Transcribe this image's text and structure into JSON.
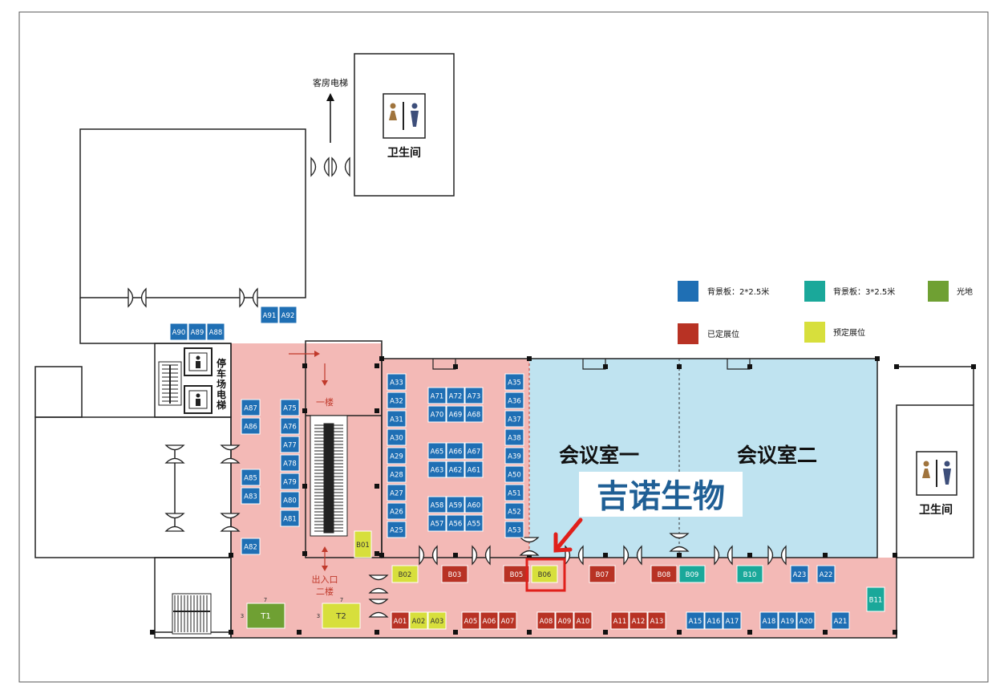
{
  "labels": {
    "guest_elevator": "客房电梯",
    "restroom_top": "卫生间",
    "restroom_right": "卫生间",
    "parking_elevator": "停车场电梯",
    "floor_one": "一楼",
    "exit": "出入口",
    "floor_two": "二楼",
    "meeting_room_1": "会议室一",
    "meeting_room_2": "会议室二",
    "highlight_company": "吉诺生物",
    "t_dim_top": "7",
    "t_dim_side": "3"
  },
  "legend": [
    {
      "label": "背景板：2*2.5米",
      "color": "#1f6fb4"
    },
    {
      "label": "背景板：3*2.5米",
      "color": "#1aa89a"
    },
    {
      "label": "光地",
      "color": "#6fa033"
    },
    {
      "label": "已定展位",
      "color": "#b83224"
    },
    {
      "label": "预定展位",
      "color": "#d7df3c"
    }
  ],
  "colors": {
    "blue": "#1f6fb4",
    "teal": "#1aa89a",
    "green": "#6fa033",
    "red": "#b83224",
    "yellow": "#d7df3c",
    "hall_pink": "#f3b9b6",
    "meeting_blue": "#bfe3f0",
    "highlight_text": "#1f5f95",
    "marker": "#e0201b"
  },
  "booths": [
    {
      "id": "A90",
      "c": "blue"
    },
    {
      "id": "A89",
      "c": "blue"
    },
    {
      "id": "A88",
      "c": "blue"
    },
    {
      "id": "A91",
      "c": "blue"
    },
    {
      "id": "A92",
      "c": "blue"
    },
    {
      "id": "A87",
      "c": "blue"
    },
    {
      "id": "A86",
      "c": "blue"
    },
    {
      "id": "A85",
      "c": "blue"
    },
    {
      "id": "A83",
      "c": "blue"
    },
    {
      "id": "A82",
      "c": "blue"
    },
    {
      "id": "A75",
      "c": "blue"
    },
    {
      "id": "A76",
      "c": "blue"
    },
    {
      "id": "A77",
      "c": "blue"
    },
    {
      "id": "A78",
      "c": "blue"
    },
    {
      "id": "A79",
      "c": "blue"
    },
    {
      "id": "A80",
      "c": "blue"
    },
    {
      "id": "A81",
      "c": "blue"
    },
    {
      "id": "A33",
      "c": "blue"
    },
    {
      "id": "A32",
      "c": "blue"
    },
    {
      "id": "A31",
      "c": "blue"
    },
    {
      "id": "A30",
      "c": "blue"
    },
    {
      "id": "A29",
      "c": "blue"
    },
    {
      "id": "A28",
      "c": "blue"
    },
    {
      "id": "A27",
      "c": "blue"
    },
    {
      "id": "A26",
      "c": "blue"
    },
    {
      "id": "A25",
      "c": "blue"
    },
    {
      "id": "A71",
      "c": "blue"
    },
    {
      "id": "A72",
      "c": "blue"
    },
    {
      "id": "A73",
      "c": "blue"
    },
    {
      "id": "A70",
      "c": "blue"
    },
    {
      "id": "A69",
      "c": "blue"
    },
    {
      "id": "A68",
      "c": "blue"
    },
    {
      "id": "A65",
      "c": "blue"
    },
    {
      "id": "A66",
      "c": "blue"
    },
    {
      "id": "A67",
      "c": "blue"
    },
    {
      "id": "A63",
      "c": "blue"
    },
    {
      "id": "A62",
      "c": "blue"
    },
    {
      "id": "A61",
      "c": "blue"
    },
    {
      "id": "A58",
      "c": "blue"
    },
    {
      "id": "A59",
      "c": "blue"
    },
    {
      "id": "A60",
      "c": "blue"
    },
    {
      "id": "A57",
      "c": "blue"
    },
    {
      "id": "A56",
      "c": "blue"
    },
    {
      "id": "A55",
      "c": "blue"
    },
    {
      "id": "A35",
      "c": "blue"
    },
    {
      "id": "A36",
      "c": "blue"
    },
    {
      "id": "A37",
      "c": "blue"
    },
    {
      "id": "A38",
      "c": "blue"
    },
    {
      "id": "A39",
      "c": "blue"
    },
    {
      "id": "A50",
      "c": "blue"
    },
    {
      "id": "A51",
      "c": "blue"
    },
    {
      "id": "A52",
      "c": "blue"
    },
    {
      "id": "A53",
      "c": "blue"
    },
    {
      "id": "B01",
      "c": "yellow"
    },
    {
      "id": "B02",
      "c": "yellow"
    },
    {
      "id": "B03",
      "c": "red"
    },
    {
      "id": "B05",
      "c": "red"
    },
    {
      "id": "B06",
      "c": "yellow"
    },
    {
      "id": "B07",
      "c": "red"
    },
    {
      "id": "B08",
      "c": "red"
    },
    {
      "id": "B09",
      "c": "teal"
    },
    {
      "id": "B10",
      "c": "teal"
    },
    {
      "id": "A23",
      "c": "blue"
    },
    {
      "id": "A22",
      "c": "blue"
    },
    {
      "id": "B11",
      "c": "teal"
    },
    {
      "id": "T1",
      "c": "green"
    },
    {
      "id": "T2",
      "c": "yellow"
    },
    {
      "id": "A01",
      "c": "red"
    },
    {
      "id": "A02",
      "c": "yellow"
    },
    {
      "id": "A03",
      "c": "yellow"
    },
    {
      "id": "A05",
      "c": "red"
    },
    {
      "id": "A06",
      "c": "red"
    },
    {
      "id": "A07",
      "c": "red"
    },
    {
      "id": "A08",
      "c": "red"
    },
    {
      "id": "A09",
      "c": "red"
    },
    {
      "id": "A10",
      "c": "red"
    },
    {
      "id": "A11",
      "c": "red"
    },
    {
      "id": "A12",
      "c": "red"
    },
    {
      "id": "A13",
      "c": "red"
    },
    {
      "id": "A15",
      "c": "blue"
    },
    {
      "id": "A16",
      "c": "blue"
    },
    {
      "id": "A17",
      "c": "blue"
    },
    {
      "id": "A18",
      "c": "blue"
    },
    {
      "id": "A19",
      "c": "blue"
    },
    {
      "id": "A20",
      "c": "blue"
    },
    {
      "id": "A21",
      "c": "blue"
    }
  ]
}
